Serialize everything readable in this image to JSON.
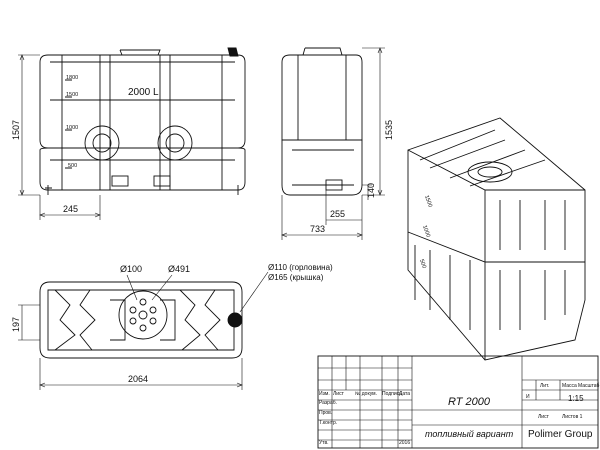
{
  "drawing": {
    "front_view": {
      "capacity_label": "2000 L",
      "level_marks": [
        "1800",
        "1500",
        "1000",
        "500"
      ],
      "height_dim": "1507",
      "offset_dim": "245"
    },
    "side_view": {
      "height_dim": "1535",
      "width_dim": "733",
      "offset_dim": "255",
      "outlet_height_dim": "140"
    },
    "top_view": {
      "neck_small_dim": "Ø100",
      "neck_large_dim": "Ø491",
      "neck_note": "Ø110 (горловина)",
      "lid_note": "Ø165 (крышка)",
      "length_dim": "2064",
      "width_dim": "197"
    },
    "iso_view": {
      "level_marks": [
        "1500",
        "1000",
        "500"
      ]
    }
  },
  "title_block": {
    "model": "RT 2000",
    "variant": "топливный вариант",
    "company": "Polimer Group",
    "row_labels": [
      "Изм.",
      "Лист",
      "№ докум.",
      "Подпись",
      "Дата"
    ],
    "staff_labels": [
      "Разраб.",
      "Пров.",
      "Т.контр.",
      "Утв."
    ],
    "col_headers": [
      "Лит.",
      "Масса",
      "Масштаб"
    ],
    "letter": "И",
    "scale": "1:15",
    "sheet_label": "Лист",
    "sheets_label": "Листов 1",
    "year": "2016"
  }
}
